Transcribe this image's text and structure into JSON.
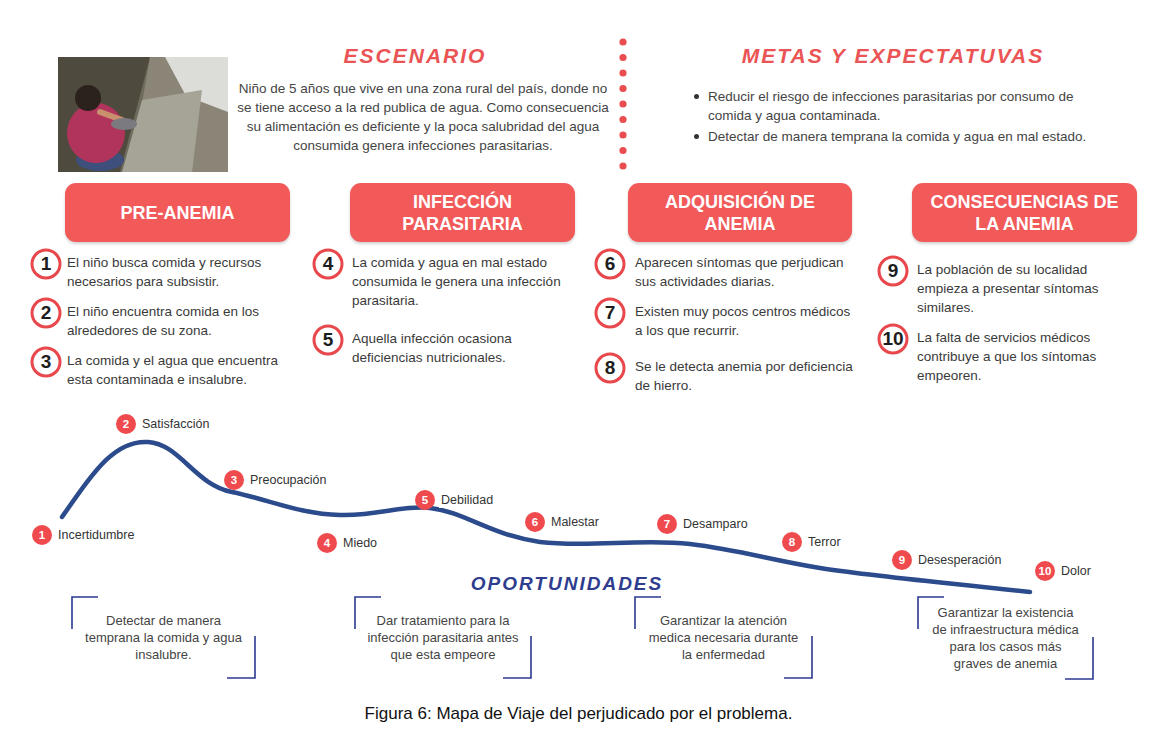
{
  "diagram": {
    "caption": "Figura 6: Mapa de Viaje del perjudicado por el problema.",
    "nodes": [
      {
        "text": [
          "PRE-ANEMIA"
        ]
      },
      {
        "text": [
          "1",
          "El niño busca comida y recursos necesarios para subsistir."
        ]
      },
      {
        "text": [
          "2",
          "El niño encuentra comida en los alrededores de su zona."
        ]
      },
      {
        "text": [
          "3",
          "La comida y el agua que encuentra esta contaminada e insalubre."
        ]
      },
      {
        "text": [
          "INFECCIÓN PARASITARIA"
        ]
      },
      {
        "text": [
          "4",
          "La comida y agua en mal estado consumida le genera una infección parasitaria."
        ]
      },
      {
        "text": [
          "5",
          "Aquella infección ocasiona deficiencias nutricionales."
        ]
      },
      {
        "text": [
          "ADQUISICIÓN DE ANEMIA"
        ]
      },
      {
        "text": [
          "6",
          "Aparecen síntomas que perjudican sus actividades diarias."
        ]
      },
      {
        "text": [
          "7",
          "Existen muy pocos centros médicos a los que recurrir."
        ]
      },
      {
        "text": [
          "8",
          "Se le detecta anemia por deficiencia de hierro."
        ]
      },
      {
        "text": [
          "CONSECUENCIAS DE LA ANEMIA"
        ]
      },
      {
        "text": [
          "9",
          "La población de su localidad empieza a presentar síntomas similares."
        ]
      },
      {
        "text": [
          "10",
          "La falta de servicios médicos contribuye a que los síntomas empeoren."
        ]
      },
      {
        "text": [
          "1",
          "Incertidumbre"
        ]
      },
      {
        "text": [
          "2",
          "Satisfacción"
        ]
      },
      {
        "text": [
          "3",
          "Preocupación"
        ]
      },
      {
        "text": [
          "4",
          "Miedo"
        ]
      },
      {
        "text": [
          "5",
          "Debilidad"
        ]
      },
      {
        "text": [
          "6",
          "Malestar"
        ]
      },
      {
        "text": [
          "7",
          "Desamparo"
        ]
      },
      {
        "text": [
          "8",
          "Terror"
        ]
      },
      {
        "text": [
          "9",
          "Desesperación"
        ]
      },
      {
        "text": [
          "10",
          "Dolor"
        ]
      },
      {
        "text": [
          "Detectar de manera temprana la comida y agua insalubre."
        ]
      },
      {
        "text": [
          "Dar tratamiento para la infección parasitaria antes que esta empeore"
        ]
      },
      {
        "text": [
          "Garantizar la atención medica necesaria durante la enfermedad"
        ]
      },
      {
        "text": [
          "Garantizar la existencia de infraestructura médica para los casos más graves de anemia"
        ]
      }
    ],
    "labels": [
      "ESCENARIO",
      "Niño de 5 años que vive en una zona rural del país, donde no se tiene acceso a la red publica de agua. Como consecuencia su alimentación es deficiente y la poca salubridad del agua consumida genera infecciones parasitarias.",
      "METAS Y EXPECTATUVAS",
      "Reducir el riesgo de infecciones parasitarias por consumo de comida y agua contaminada.",
      "Detectar de manera temprana la comida y agua en mal estado.",
      "OPORTUNIDADES"
    ]
  }
}
